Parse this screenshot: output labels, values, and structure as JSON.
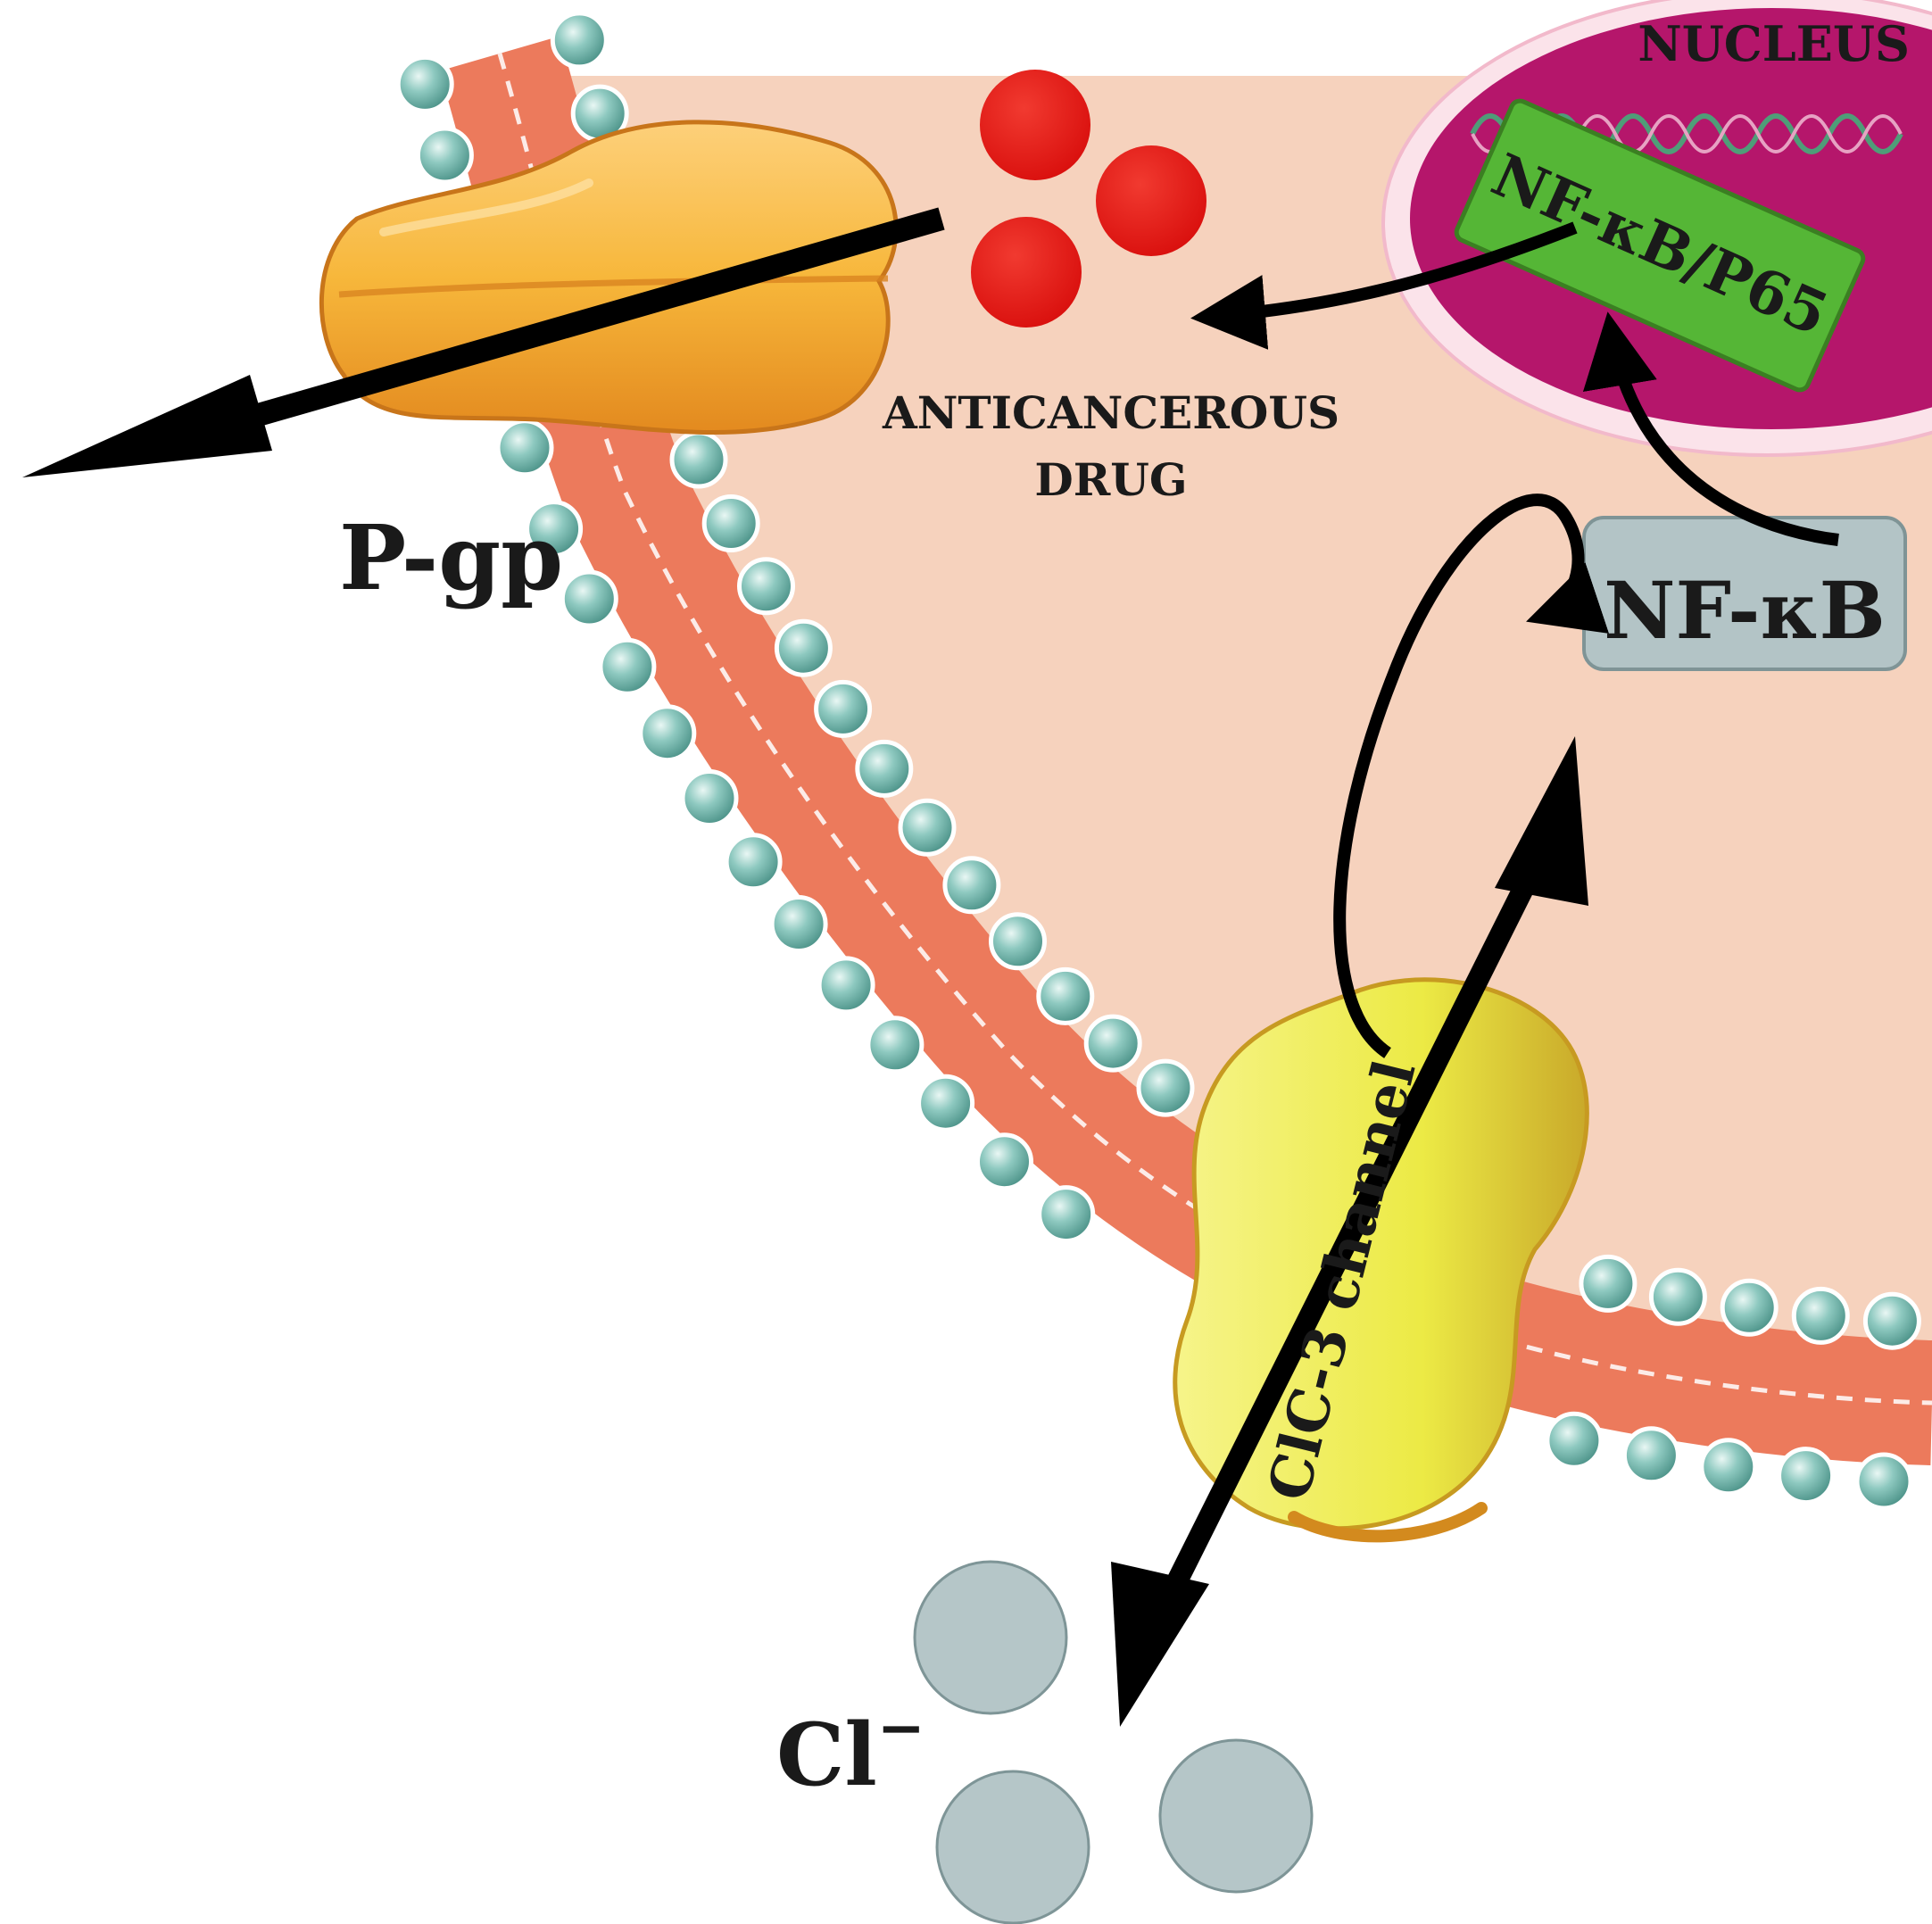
{
  "labels": {
    "nucleus": "NUCLEUS",
    "nfkb_p65": "NF-κB/P65",
    "drug_line1": "ANTICANCEROUS",
    "drug_line2": "DRUG",
    "pgp": "P-gp",
    "nfkb": "NF-κB",
    "clc3": "ClC-3 channel",
    "cl_base": "Cl",
    "cl_sup": "−"
  },
  "colors": {
    "cytoplasm": "#f6d2bd",
    "membrane_core": "#ec7a5c",
    "lipid_head": "#8ec9c0",
    "nucleus": "#b5166b",
    "nfkb_p65_box": "#55b636",
    "nfkb_box": "#b3c4c6",
    "pgp": "#f7b73b",
    "clc3": "#ecea45",
    "drug": "#e81613",
    "chloride": "#b5c6c8",
    "arrow": "#000000"
  }
}
